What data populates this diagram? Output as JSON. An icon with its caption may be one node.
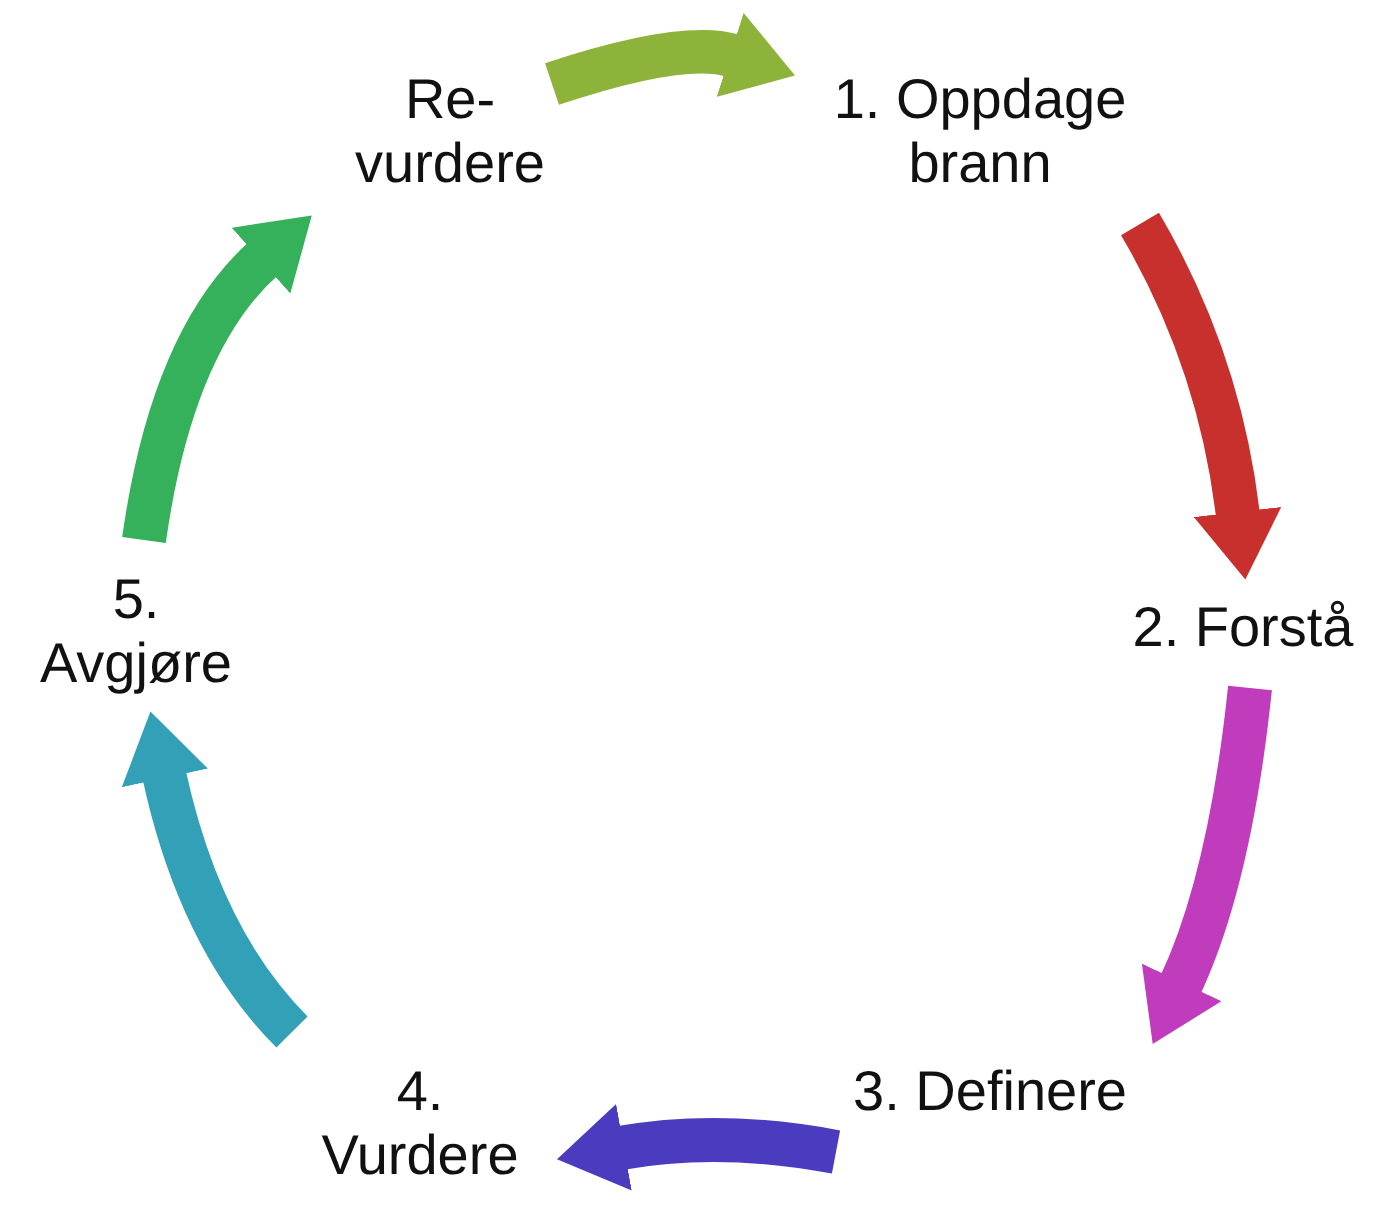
{
  "diagram": {
    "nodes": [
      {
        "text": [
          "Re- vurdere"
        ]
      },
      {
        "text": [
          "1. Oppdage brann"
        ]
      },
      {
        "text": [
          "2. Forstå"
        ]
      },
      {
        "text": [
          "3. Definere"
        ]
      },
      {
        "text": [
          "4. Vurdere"
        ]
      },
      {
        "text": [
          "5. Avgjøre"
        ]
      }
    ],
    "edges": [
      {
        "from": 0,
        "to": 1,
        "arrow": "to",
        "color": "#8db33a"
      },
      {
        "from": 1,
        "to": 2,
        "arrow": "to",
        "color": "#c8302e"
      },
      {
        "from": 2,
        "to": 3,
        "arrow": "to",
        "color": "#c13bbd"
      },
      {
        "from": 3,
        "to": 4,
        "arrow": "to",
        "color": "#4b3cbf"
      },
      {
        "from": 4,
        "to": 5,
        "arrow": "to",
        "color": "#32a0b7"
      },
      {
        "from": 5,
        "to": 0,
        "arrow": "to",
        "color": "#34b15a"
      }
    ]
  }
}
